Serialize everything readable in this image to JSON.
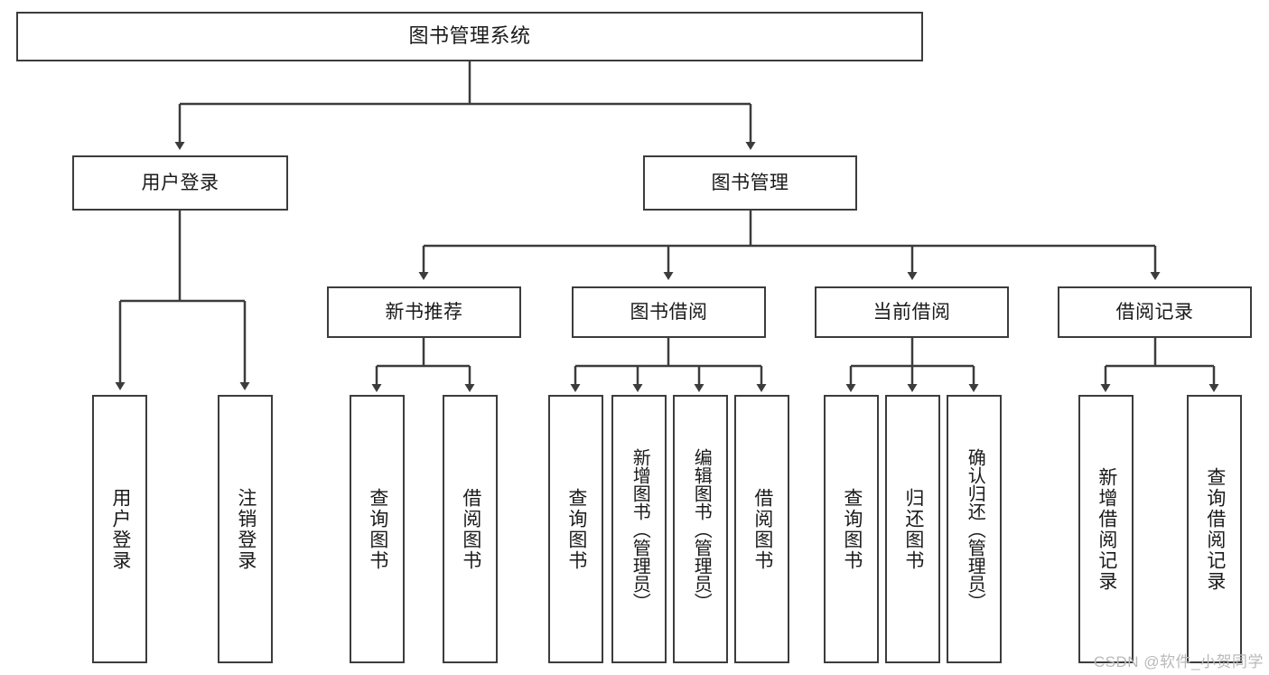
{
  "diagram": {
    "title": "图书管理系统",
    "type": "tree-hierarchy-diagram",
    "root": {
      "id": "root",
      "label": "图书管理系统"
    },
    "level2": [
      {
        "id": "user-login",
        "label": "用户登录"
      },
      {
        "id": "book-manage",
        "label": "图书管理"
      }
    ],
    "level3": [
      {
        "id": "new-book-recommend",
        "label": "新书推荐",
        "parent": "book-manage"
      },
      {
        "id": "book-borrow",
        "label": "图书借阅",
        "parent": "book-manage"
      },
      {
        "id": "current-borrow",
        "label": "当前借阅",
        "parent": "book-manage"
      },
      {
        "id": "borrow-record",
        "label": "借阅记录",
        "parent": "book-manage"
      }
    ],
    "leaves": [
      {
        "id": "leaf-user-login",
        "label": "用户登录",
        "parent": "user-login"
      },
      {
        "id": "leaf-logout",
        "label": "注销登录",
        "parent": "user-login"
      },
      {
        "id": "leaf-query-book-1",
        "label": "查询图书",
        "parent": "new-book-recommend"
      },
      {
        "id": "leaf-borrow-book-1",
        "label": "借阅图书",
        "parent": "new-book-recommend"
      },
      {
        "id": "leaf-query-book-2",
        "label": "查询图书",
        "parent": "book-borrow"
      },
      {
        "id": "leaf-add-book",
        "label": "新增图书（管理员）",
        "parent": "book-borrow"
      },
      {
        "id": "leaf-edit-book",
        "label": "编辑图书（管理员）",
        "parent": "book-borrow"
      },
      {
        "id": "leaf-borrow-book-2",
        "label": "借阅图书",
        "parent": "book-borrow"
      },
      {
        "id": "leaf-query-book-3",
        "label": "查询图书",
        "parent": "current-borrow"
      },
      {
        "id": "leaf-return-book",
        "label": "归还图书",
        "parent": "current-borrow"
      },
      {
        "id": "leaf-confirm-return",
        "label": "确认归还（管理员）",
        "parent": "current-borrow"
      },
      {
        "id": "leaf-add-record",
        "label": "新增借阅记录",
        "parent": "borrow-record"
      },
      {
        "id": "leaf-query-record",
        "label": "查询借阅记录",
        "parent": "borrow-record"
      }
    ]
  },
  "watermark": {
    "text": "CSDN @软件_小贺同学"
  },
  "colors": {
    "stroke": "#3c3c3c",
    "background": "#ffffff",
    "text": "#1a1a1a",
    "watermark": "#b9b9b9"
  }
}
